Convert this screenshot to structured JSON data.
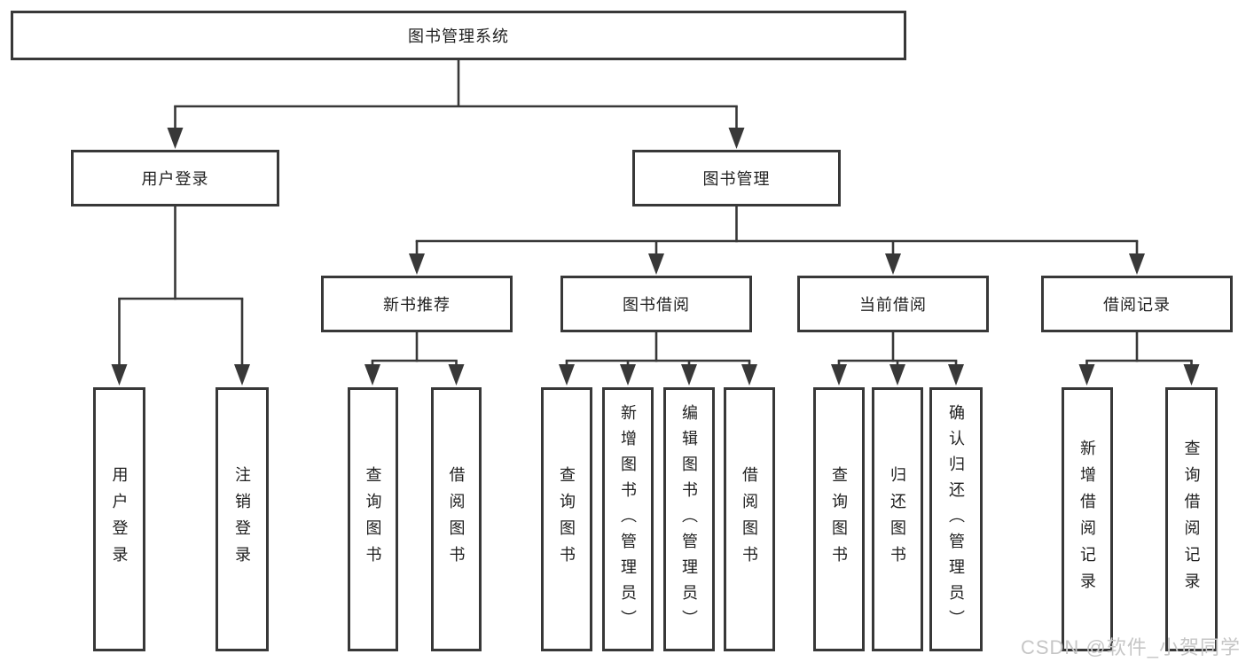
{
  "diagram": {
    "root": {
      "label": "图书管理系统"
    },
    "level2": [
      {
        "label": "用户登录",
        "children": [
          {
            "label": "用户登录"
          },
          {
            "label": "注销登录"
          }
        ]
      },
      {
        "label": "图书管理",
        "children": [
          {
            "label": "新书推荐",
            "children": [
              {
                "label": "查询图书"
              },
              {
                "label": "借阅图书"
              }
            ]
          },
          {
            "label": "图书借阅",
            "children": [
              {
                "label": "查询图书"
              },
              {
                "label": "新增图书（管理员）"
              },
              {
                "label": "编辑图书（管理员）"
              },
              {
                "label": "借阅图书"
              }
            ]
          },
          {
            "label": "当前借阅",
            "children": [
              {
                "label": "查询图书"
              },
              {
                "label": "归还图书"
              },
              {
                "label": "确认归还（管理员）"
              }
            ]
          },
          {
            "label": "借阅记录",
            "children": [
              {
                "label": "新增借阅记录"
              },
              {
                "label": "查询借阅记录"
              }
            ]
          }
        ]
      }
    ]
  },
  "watermark": {
    "text": "CSDN @软件_小贺同学"
  },
  "colors": {
    "line": "#383838",
    "box_border": "#383838",
    "box_fill": "#ffffff",
    "text": "#1f1f1f",
    "watermark": "#c6c6c6",
    "background": "#ffffff"
  }
}
